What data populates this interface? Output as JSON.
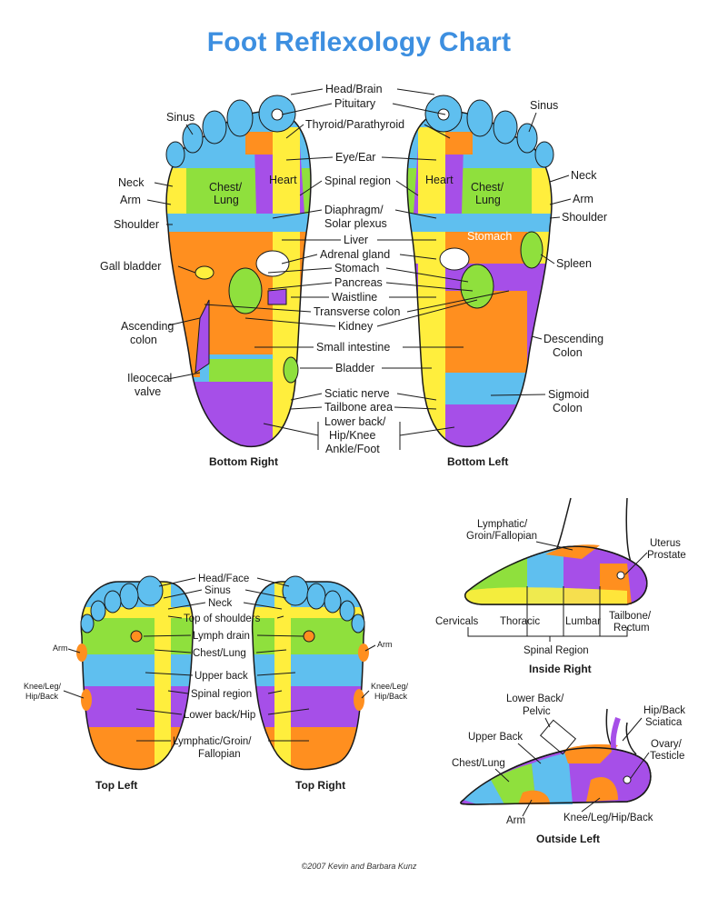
{
  "title": "Foot Reflexology Chart",
  "credit": "©2007 Kevin and Barbara Kunz",
  "colors": {
    "blue": "#5fbfef",
    "orange": "#ff8f1f",
    "purple": "#a64fe8",
    "green": "#8fe03d",
    "yellow": "#ffee3d",
    "white": "#ffffff",
    "title": "#3d8fe0"
  },
  "sole": {
    "center_labels": [
      "Head/Brain",
      "Pituitary",
      "Thyroid/Parathyroid",
      "Eye/Ear",
      "Spinal region",
      "Diaphragm/",
      "Solar plexus",
      "Liver",
      "Adrenal gland",
      "Stomach",
      "Pancreas",
      "Waistline",
      "Transverse colon",
      "Kidney",
      "Small intestine",
      "Bladder",
      "Sciatic nerve",
      "Tailbone area",
      "Lower back/",
      "Hip/Knee",
      "Ankle/Foot"
    ],
    "left_labels": [
      "Sinus",
      "Neck",
      "Arm",
      "Shoulder",
      "Gall bladder",
      "Ascending",
      "colon",
      "Ileocecal",
      "valve"
    ],
    "right_labels": [
      "Sinus",
      "Neck",
      "Arm",
      "Shoulder",
      "Spleen",
      "Descending",
      "Colon",
      "Sigmoid",
      "Colon"
    ],
    "zone_labels": [
      "Heart",
      "Chest/",
      "Lung",
      "Heart",
      "Chest/",
      "Lung",
      "Stomach"
    ],
    "captions": [
      "Bottom Right",
      "Bottom Left"
    ]
  },
  "top": {
    "center_labels": [
      "Head/Face",
      "Sinus",
      "Neck",
      "Top of shoulders",
      "Lymph drain",
      "Chest/Lung",
      "Upper back",
      "Spinal region",
      "Lower back/Hip",
      "Lymphatic/Groin/",
      "Fallopian"
    ],
    "side_labels": [
      "Arm",
      "Knee/Leg/",
      "Hip/Back",
      "Arm",
      "Knee/Leg/",
      "Hip/Back"
    ],
    "captions": [
      "Top Left",
      "Top Right"
    ]
  },
  "inside": {
    "labels": [
      "Lymphatic/",
      "Groin/Fallopian",
      "Uterus",
      "Prostate",
      "Cervicals",
      "Thoracic",
      "Lumbar",
      "Tailbone/",
      "Rectum",
      "Spinal Region"
    ],
    "caption": "Inside Right"
  },
  "outside": {
    "labels": [
      "Lower Back/",
      "Pelvic",
      "Hip/Back",
      "Sciatica",
      "Upper Back",
      "Ovary/",
      "Testicle",
      "Chest/Lung",
      "Arm",
      "Knee/Leg/Hip/Back"
    ],
    "caption": "Outside Left"
  }
}
